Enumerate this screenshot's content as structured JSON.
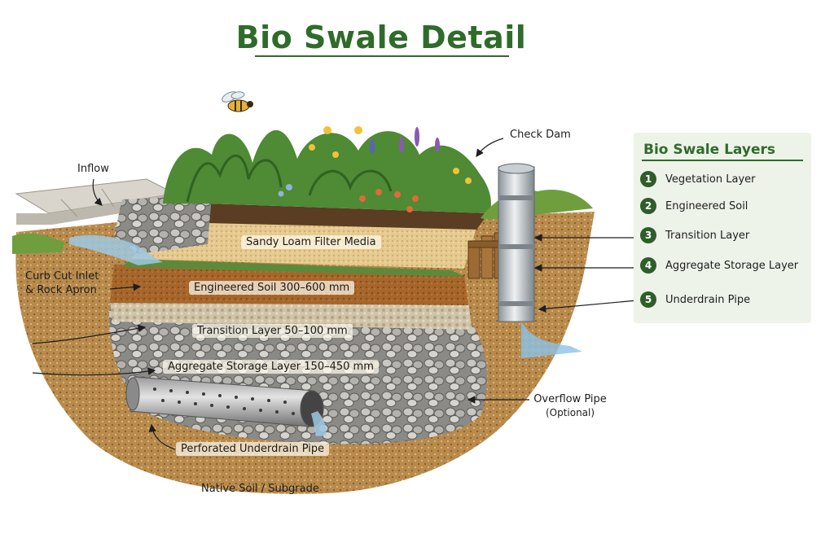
{
  "title": "Bio Swale Detail",
  "labels": {
    "inflow": "Inflow",
    "check_dam": "Check Dam",
    "curb_cut_line1": "Curb Cut Inlet",
    "curb_cut_line2": "& Rock Apron",
    "overflow_line1": "Overflow Pipe",
    "overflow_line2": "(Optional)",
    "native_soil": "Native Soil / Subgrade",
    "underdrain": "Perforated Underdrain Pipe"
  },
  "layers": {
    "sandy_loam": "Sandy Loam Filter Media",
    "engineered_soil": "Engineered Soil 300–600 mm",
    "transition": "Transition Layer 50–100 mm",
    "aggregate": "Aggregate Storage Layer 150–450 mm"
  },
  "legend": {
    "title": "Bio Swale Layers",
    "items": [
      {
        "num": "1",
        "label": "Vegetation Layer"
      },
      {
        "num": "2",
        "label": "Engineered Soil"
      },
      {
        "num": "3",
        "label": "Transition Layer"
      },
      {
        "num": "4",
        "label": "Aggregate Storage Layer"
      },
      {
        "num": "5",
        "label": "Underdrain Pipe"
      }
    ]
  },
  "colors": {
    "title_green": "#2f6b2a",
    "legend_bg": "#eef3ea",
    "legend_badge": "#2e5e29"
  }
}
